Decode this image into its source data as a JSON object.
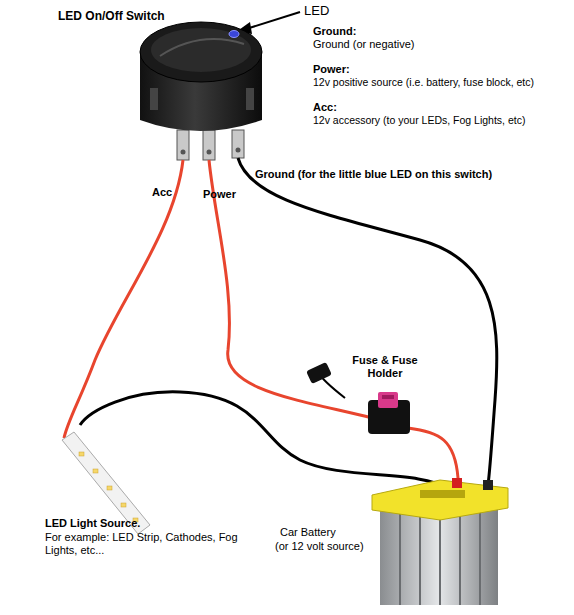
{
  "diagram": {
    "labels": [
      "LED On/Off Switch",
      "LED",
      "Ground:",
      "Ground (or negative)",
      "Power:",
      "12v positive source (i.e. battery, fuse block, etc)",
      "Acc:",
      "12v accessory (to your LEDs, Fog Lights, etc)",
      "Acc",
      "Power",
      "Ground (for the little blue LED on this switch)",
      "Fuse & Fuse Holder",
      "LED Light Source.",
      "For example: LED Strip, Cathodes, Fog Lights, etc...",
      "Car Battery",
      "(or 12 volt source)"
    ]
  }
}
